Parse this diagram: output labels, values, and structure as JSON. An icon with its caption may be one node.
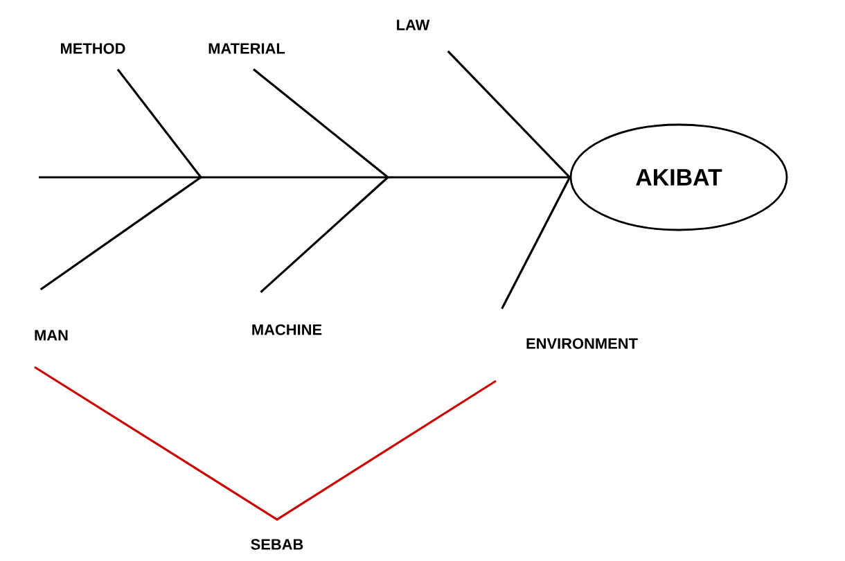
{
  "diagram": {
    "nodes": [
      {
        "text": [
          "METHOD"
        ]
      },
      {
        "text": [
          "MATERIAL"
        ]
      },
      {
        "text": [
          "LAW"
        ]
      },
      {
        "text": [
          "AKIBAT"
        ]
      },
      {
        "text": [
          "MAN"
        ]
      },
      {
        "text": [
          "MACHINE"
        ]
      },
      {
        "text": [
          "ENVIRONMENT"
        ]
      },
      {
        "text": [
          "SEBAB"
        ]
      }
    ],
    "edges": [
      {
        "from": null,
        "to": 3,
        "arrow": "none"
      },
      {
        "from": 0,
        "to": null,
        "arrow": "none"
      },
      {
        "from": 1,
        "to": null,
        "arrow": "none"
      },
      {
        "from": 2,
        "to": 3,
        "arrow": "none"
      },
      {
        "from": 4,
        "to": null,
        "arrow": "none"
      },
      {
        "from": 5,
        "to": null,
        "arrow": "none"
      },
      {
        "from": 6,
        "to": 3,
        "arrow": "none"
      }
    ]
  }
}
